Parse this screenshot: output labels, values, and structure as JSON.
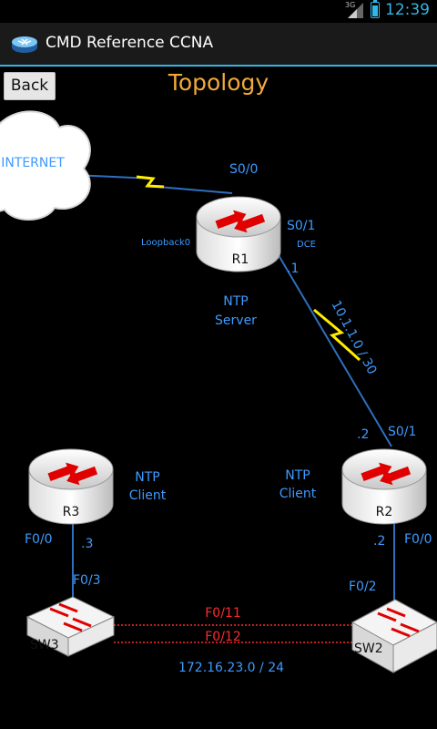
{
  "status_bar": {
    "network": "3G",
    "time": "12:39",
    "icons": [
      "signal-icon",
      "battery-icon"
    ]
  },
  "app": {
    "title": "CMD Reference CCNA",
    "icon": "router-app-icon"
  },
  "back_label": "Back",
  "page_title": "Topology",
  "diagram": {
    "cloud": "INTERNET",
    "r1": {
      "name": "R1",
      "s00": "S0/0",
      "s01": "S0/1",
      "loopback": "Loopback0",
      "dce": "DCE",
      "addr": ".1",
      "role_line1": "NTP",
      "role_line2": "Server"
    },
    "serial_net": "10.1.1.0 / 30",
    "r2": {
      "name": "R2",
      "s01": "S0/1",
      "addr_serial": ".2",
      "f00": "F0/0",
      "addr_lan": ".2",
      "role_line1": "NTP",
      "role_line2": "Client"
    },
    "r3": {
      "name": "R3",
      "f00": "F0/0",
      "addr_lan": ".3",
      "role_line1": "NTP",
      "role_line2": "Client"
    },
    "sw3": {
      "name": "SW3",
      "f03": "F0/3"
    },
    "sw2": {
      "name": "SW2",
      "f02": "F0/2"
    },
    "trunk1": "F0/11",
    "trunk2": "F0/12",
    "lan_net": "172.16.23.0 / 24"
  },
  "colors": {
    "accent": "#33b5e5",
    "title": "#f2a93b",
    "label": "#3d9bff",
    "trunk": "#ff2a2a",
    "serial": "#ffee00"
  }
}
